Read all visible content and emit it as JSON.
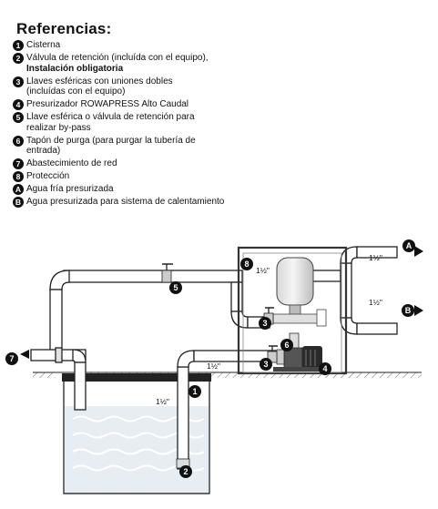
{
  "title": "Referencias:",
  "legend": [
    {
      "badge": "1",
      "line1": "Cisterna",
      "line2": ""
    },
    {
      "badge": "2",
      "line1": "Válvula de retención (incluída con el equipo),",
      "line2": "Instalación obligatoria"
    },
    {
      "badge": "3",
      "line1": "Llaves esféricas con uniones dobles",
      "line2": "(incluídas con el equipo)"
    },
    {
      "badge": "4",
      "line1": "Presurizador ROWAPRESS Alto Caudal",
      "line2": ""
    },
    {
      "badge": "5",
      "line1": "Llave esférica o válvula de retención para",
      "line2": "realizar by-pass"
    },
    {
      "badge": "6",
      "line1": "Tapón de purga (para purgar la tubería de",
      "line2": "entrada)"
    },
    {
      "badge": "7",
      "line1": "Abastecimiento de red",
      "line2": ""
    },
    {
      "badge": "8",
      "line1": "Protección",
      "line2": ""
    },
    {
      "badge": "A",
      "line1": "Agua fría presurizada",
      "line2": ""
    },
    {
      "badge": "B",
      "line1": "Agua presurizada para sistema de calentamiento",
      "line2": ""
    }
  ],
  "diagram": {
    "pipe_size": "1½\"",
    "markers": {
      "m1": "1",
      "m2": "2",
      "m3": "3",
      "m4": "4",
      "m5": "5",
      "m6": "6",
      "m7": "7",
      "m8": "8",
      "mA": "A",
      "mB": "B"
    }
  }
}
